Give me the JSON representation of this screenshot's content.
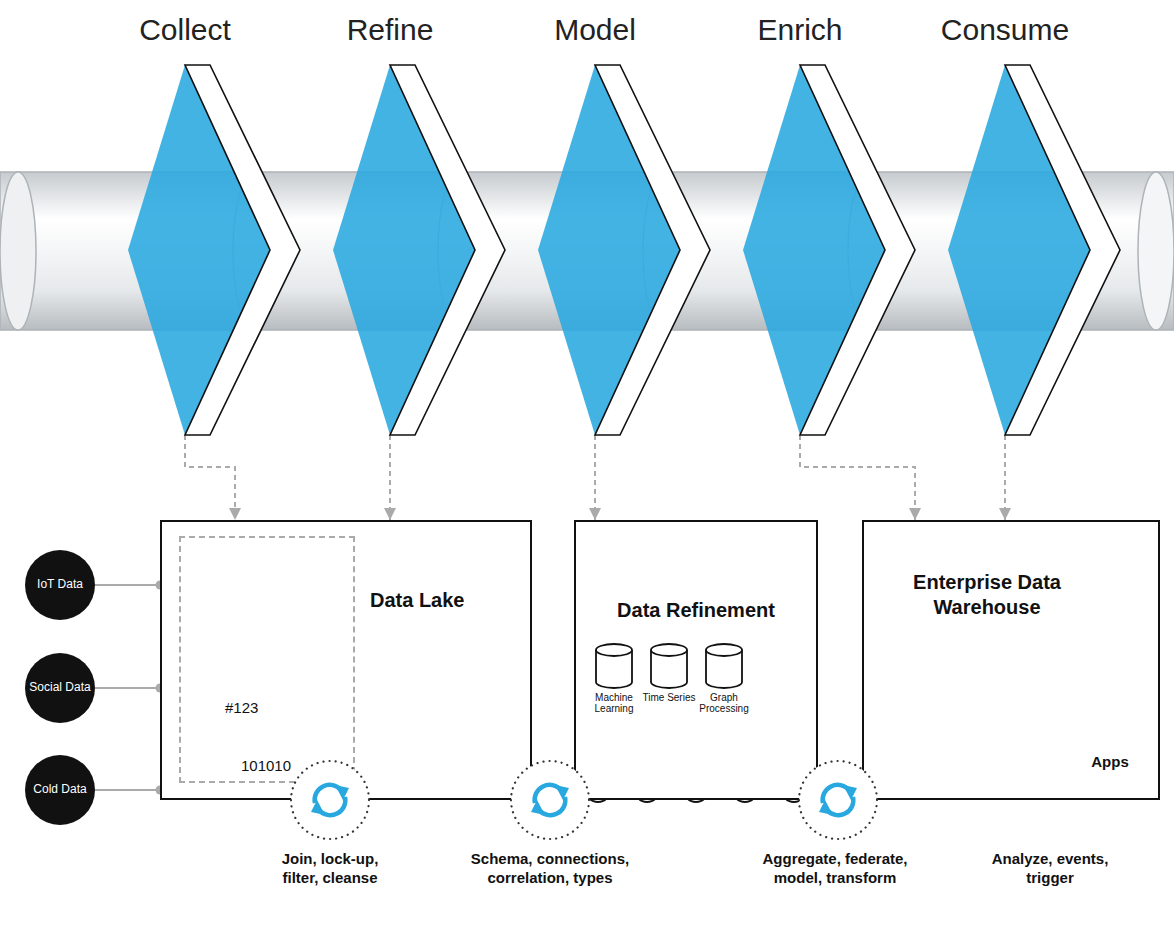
{
  "diagram": {
    "nodes": [
      {
        "text": [
          "Collect"
        ]
      },
      {
        "text": [
          "Refine"
        ]
      },
      {
        "text": [
          "Model"
        ]
      },
      {
        "text": [
          "Enrich"
        ]
      },
      {
        "text": [
          "Consume"
        ]
      },
      {
        "text": [
          "IoT Data"
        ]
      },
      {
        "text": [
          "Social Data"
        ]
      },
      {
        "text": [
          "Cold Data"
        ]
      },
      {
        "text": [
          "Data Lake"
        ]
      },
      {
        "text": [
          "#123",
          "101010"
        ],
        "in": 8
      },
      {
        "text": [
          "Data Refinement"
        ]
      },
      {
        "text": [
          "Machine Learning"
        ],
        "in": 10
      },
      {
        "text": [
          "Time Series"
        ],
        "in": 10
      },
      {
        "text": [
          "Graph Processing"
        ],
        "in": 10
      },
      {
        "text": [
          "Enterprise Data Warehouse"
        ]
      }
    ],
    "edges": [
      {
        "from": 0,
        "to": 8,
        "arrow": "to"
      },
      {
        "from": 1,
        "to": 8,
        "arrow": "to"
      },
      {
        "from": 2,
        "to": 10,
        "arrow": "to"
      },
      {
        "from": 3,
        "to": 14,
        "arrow": "to"
      },
      {
        "from": 4,
        "to": 14,
        "arrow": "to"
      },
      {
        "from": 5,
        "to": 8,
        "arrow": "none"
      },
      {
        "from": 6,
        "to": 8,
        "arrow": "none"
      },
      {
        "from": 7,
        "to": 8,
        "arrow": "none"
      }
    ],
    "labels": [
      "Apps",
      "Join, lock-up, filter, cleanse",
      "Schema, connections, correlation, types",
      "Aggregate, federate, model, transform",
      "Analyze, events, trigger"
    ]
  }
}
